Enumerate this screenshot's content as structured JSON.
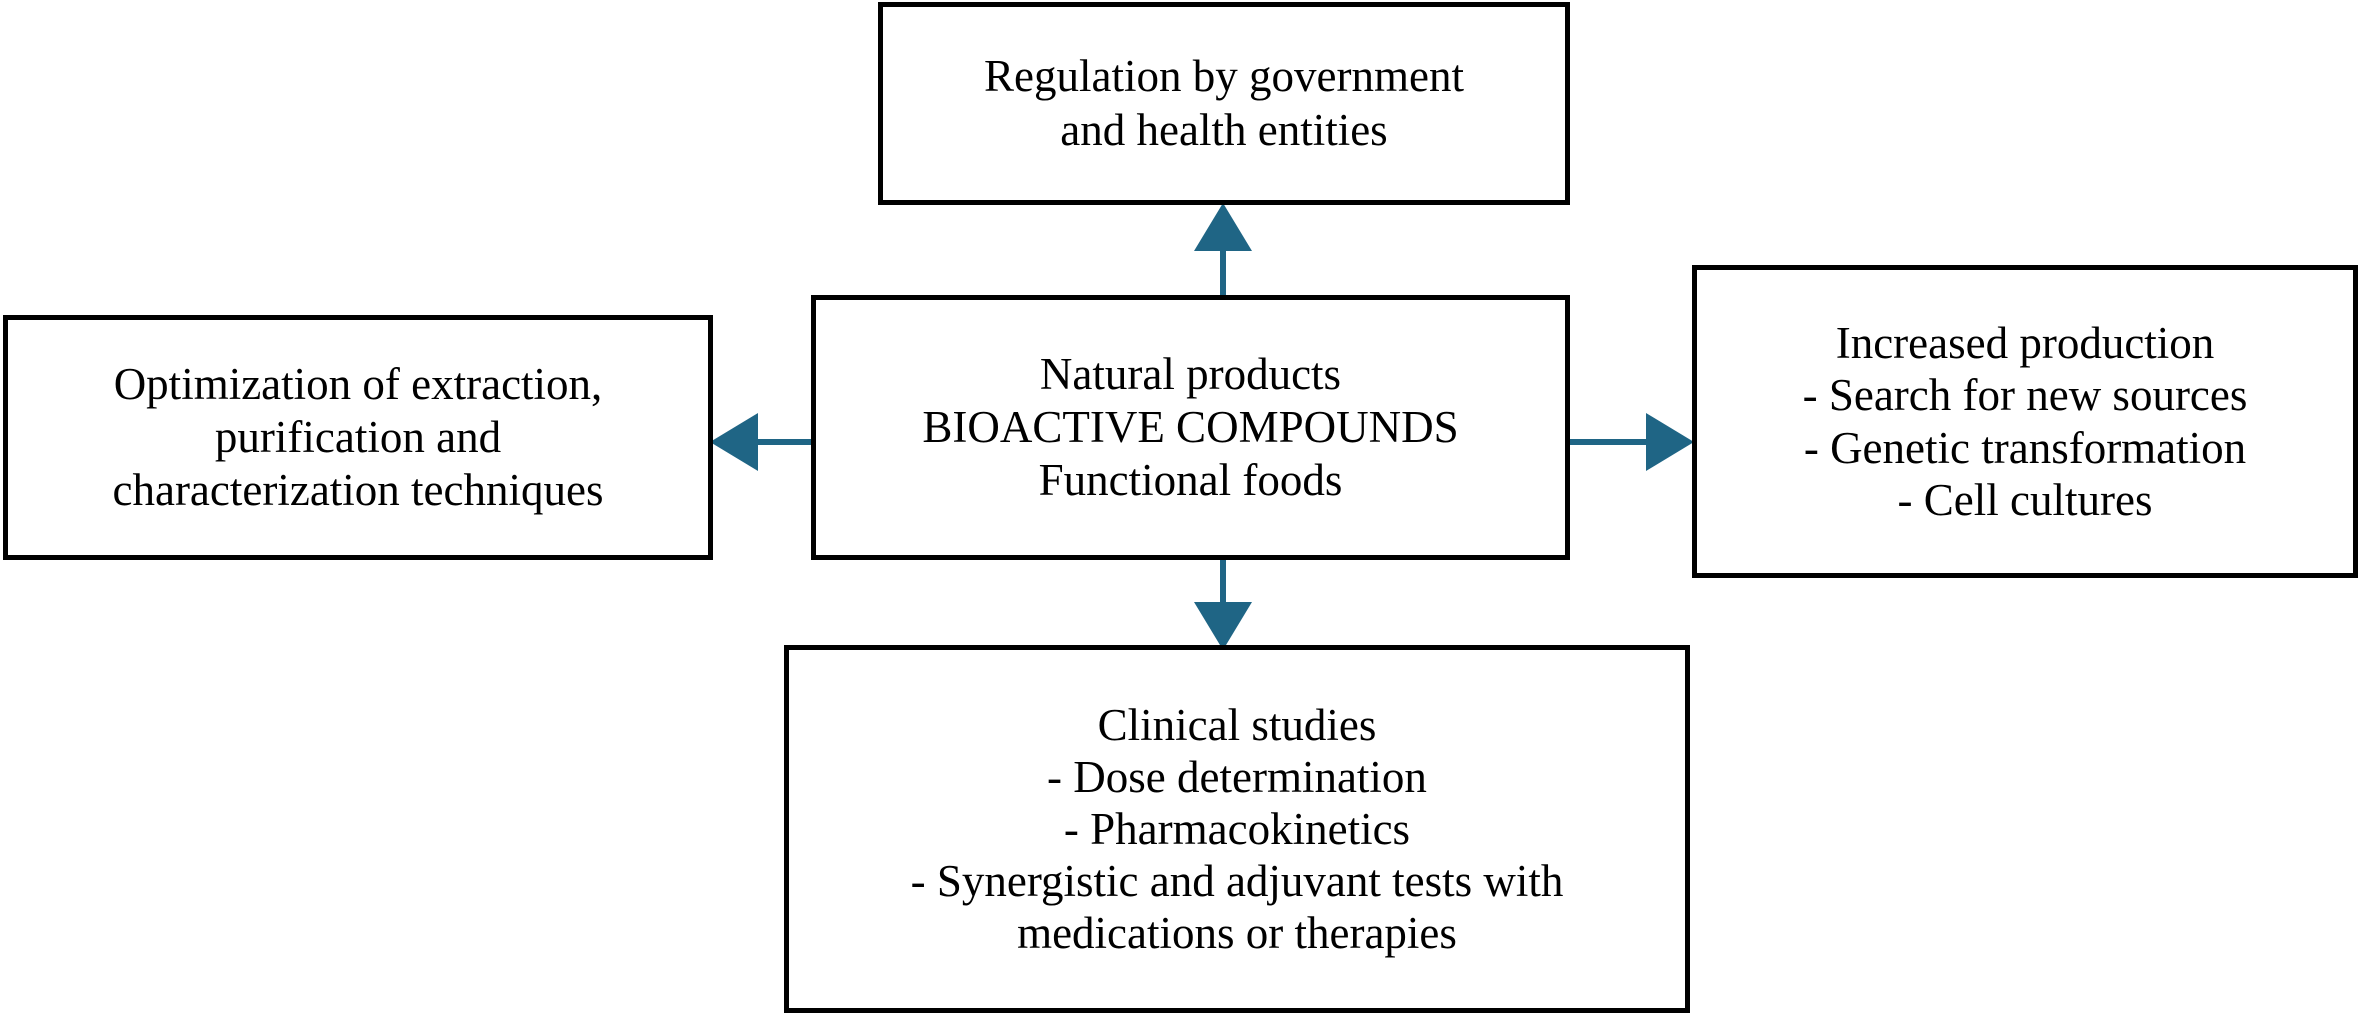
{
  "diagram": {
    "title": "Bioactive compounds research perspectives flow diagram",
    "accent_color": "#1f6585",
    "border_color": "#000000",
    "background_color": "#ffffff",
    "text_color": "#000000",
    "nodes": {
      "center": {
        "id": "natural-products",
        "lines": [
          "Natural products",
          "BIOACTIVE COMPOUNDS",
          "Functional foods"
        ]
      },
      "top": {
        "id": "regulation",
        "lines": [
          "Regulation by government",
          "and health entities"
        ]
      },
      "left": {
        "id": "optimization",
        "lines": [
          "Optimization of extraction,",
          "purification and",
          "characterization techniques"
        ]
      },
      "right": {
        "id": "increased-production",
        "lines": [
          "Increased production",
          "- Search for new sources",
          "- Genetic transformation",
          "- Cell cultures"
        ]
      },
      "bottom": {
        "id": "clinical-studies",
        "lines": [
          "Clinical studies",
          "- Dose determination",
          "- Pharmacokinetics",
          "- Synergistic and adjuvant tests with",
          "medications or therapies"
        ]
      }
    },
    "connectors": [
      {
        "id": "center-to-top",
        "direction": "up",
        "from": "center",
        "to": "top"
      },
      {
        "id": "center-to-bottom",
        "direction": "down",
        "from": "center",
        "to": "bottom"
      },
      {
        "id": "center-to-left",
        "direction": "left",
        "from": "center",
        "to": "left"
      },
      {
        "id": "center-to-right",
        "direction": "right",
        "from": "center",
        "to": "right"
      }
    ]
  }
}
